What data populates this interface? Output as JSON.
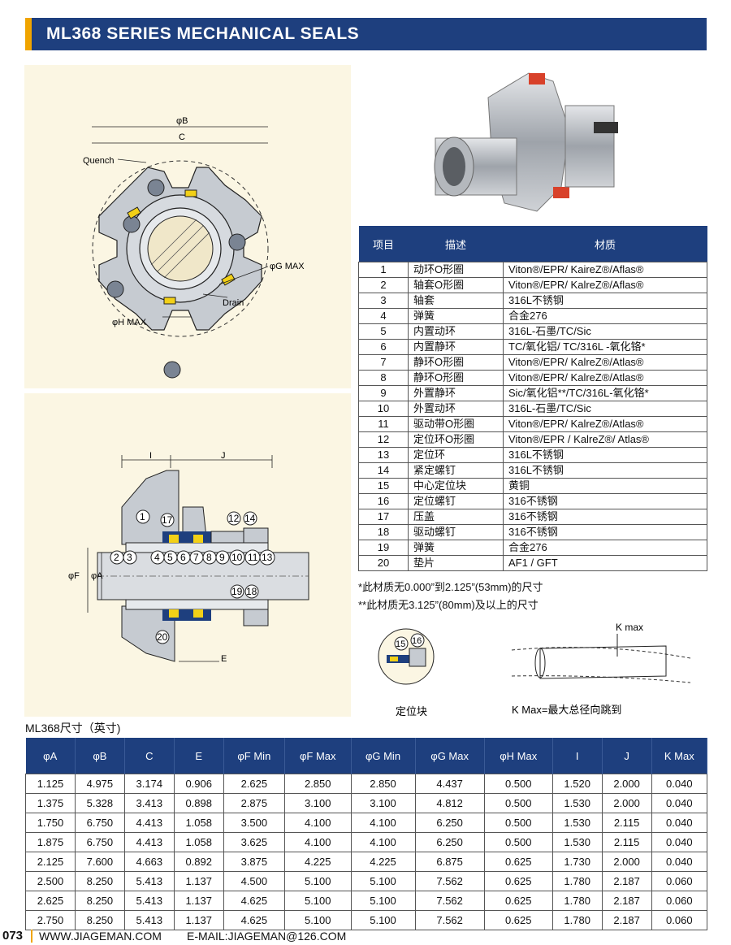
{
  "header": {
    "title": "ML368 SERIES MECHANICAL SEALS"
  },
  "drawing_front": {
    "labels": {
      "phiB": "φB",
      "C": "C",
      "quench": "Quench",
      "phiG": "φG MAX",
      "drain": "Drain",
      "phiH": "φH MAX"
    }
  },
  "drawing_section": {
    "labels": {
      "I": "I",
      "J": "J",
      "phiF": "φF",
      "phiA": "φA",
      "E": "E"
    },
    "callouts_top": [
      "1",
      "17",
      "12",
      "14"
    ],
    "callouts_mid": [
      "2",
      "3",
      "4",
      "5",
      "6",
      "7",
      "8",
      "9",
      "10",
      "11",
      "13"
    ],
    "callouts_low": [
      "19",
      "18",
      "20"
    ]
  },
  "parts_table": {
    "headers": [
      "项目",
      "描述",
      "材质"
    ],
    "rows": [
      [
        "1",
        "动环O形圈",
        "Viton®/EPR/ KaireZ®/Aflas®"
      ],
      [
        "2",
        "轴套O形圈",
        "Viton®/EPR/ KalreZ®/Aflas®"
      ],
      [
        "3",
        "轴套",
        "316L不锈钢"
      ],
      [
        "4",
        "弹簧",
        "合金276"
      ],
      [
        "5",
        "内置动环",
        "316L-石墨/TC/Sic"
      ],
      [
        "6",
        "内置静环",
        "TC/氧化铝/ TC/316L -氧化铬*"
      ],
      [
        "7",
        "静环O形圈",
        "Viton®/EPR/ KalreZ®/Atlas®"
      ],
      [
        "8",
        "静环O形圈",
        "Viton®/EPR/ KalreZ®/Atlas®"
      ],
      [
        "9",
        "外置静环",
        "Sic/氧化铝**/TC/316L-氧化铬*"
      ],
      [
        "10",
        "外置动环",
        "316L-石墨/TC/Sic"
      ],
      [
        "11",
        "驱动带O形圈",
        "Viton®/EPR/ KalreZ®/Atlas®"
      ],
      [
        "12",
        "定位环O形圈",
        "Viton®/EPR / KalreZ®/ Atlas®"
      ],
      [
        "13",
        "定位环",
        "316L不锈钢"
      ],
      [
        "14",
        "紧定螺钉",
        "316L不锈钢"
      ],
      [
        "15",
        "中心定位块",
        "黄铜"
      ],
      [
        "16",
        "定位螺钉",
        "316不锈钢"
      ],
      [
        "17",
        "压盖",
        "316不锈钢"
      ],
      [
        "18",
        "驱动螺钉",
        "316不锈钢"
      ],
      [
        "19",
        "弹簧",
        "合金276"
      ],
      [
        "20",
        "垫片",
        "AF1 / GFT"
      ]
    ]
  },
  "notes": [
    "*此材质无0.000”到2.125”(53mm)的尺寸",
    "**此材质无3.125”(80mm)及以上的尺寸"
  ],
  "detail": {
    "callouts": [
      "15",
      "16"
    ],
    "caption": "定位块"
  },
  "kmax": {
    "label": "K max",
    "caption": "K Max=最大总径向跳到"
  },
  "dims": {
    "title": "ML368尺寸（英寸)",
    "headers": [
      "φA",
      "φB",
      "C",
      "E",
      "φF Min",
      "φF Max",
      "φG Min",
      "φG Max",
      "φH Max",
      "I",
      "J",
      "K Max"
    ],
    "rows": [
      [
        "1.125",
        "4.975",
        "3.174",
        "0.906",
        "2.625",
        "2.850",
        "2.850",
        "4.437",
        "0.500",
        "1.520",
        "2.000",
        "0.040"
      ],
      [
        "1.375",
        "5.328",
        "3.413",
        "0.898",
        "2.875",
        "3.100",
        "3.100",
        "4.812",
        "0.500",
        "1.530",
        "2.000",
        "0.040"
      ],
      [
        "1.750",
        "6.750",
        "4.413",
        "1.058",
        "3.500",
        "4.100",
        "4.100",
        "6.250",
        "0.500",
        "1.530",
        "2.115",
        "0.040"
      ],
      [
        "1.875",
        "6.750",
        "4.413",
        "1.058",
        "3.625",
        "4.100",
        "4.100",
        "6.250",
        "0.500",
        "1.530",
        "2.115",
        "0.040"
      ],
      [
        "2.125",
        "7.600",
        "4.663",
        "0.892",
        "3.875",
        "4.225",
        "4.225",
        "6.875",
        "0.625",
        "1.730",
        "2.000",
        "0.040"
      ],
      [
        "2.500",
        "8.250",
        "5.413",
        "1.137",
        "4.500",
        "5.100",
        "5.100",
        "7.562",
        "0.625",
        "1.780",
        "2.187",
        "0.060"
      ],
      [
        "2.625",
        "8.250",
        "5.413",
        "1.137",
        "4.625",
        "5.100",
        "5.100",
        "7.562",
        "0.625",
        "1.780",
        "2.187",
        "0.060"
      ],
      [
        "2.750",
        "8.250",
        "5.413",
        "1.137",
        "4.625",
        "5.100",
        "5.100",
        "7.562",
        "0.625",
        "1.780",
        "2.187",
        "0.060"
      ]
    ]
  },
  "footer": {
    "page": "073",
    "website": "WWW.JIAGEMAN.COM",
    "email": "E-MAIL:JIAGEMAN@126.COM"
  }
}
